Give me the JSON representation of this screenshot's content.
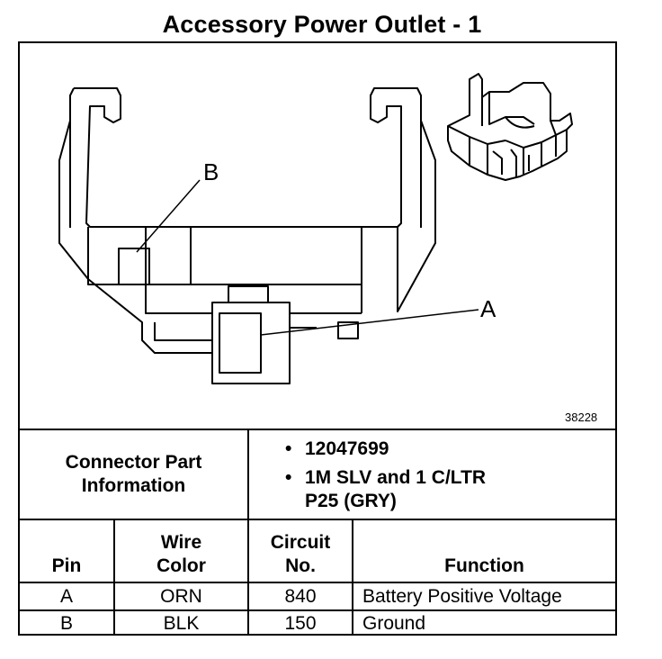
{
  "title": "Accessory Power Outlet - 1",
  "diagram": {
    "callouts": [
      "B",
      "A"
    ],
    "reference_number": "38228"
  },
  "connector": {
    "label_line1": "Connector Part",
    "label_line2": "Information",
    "info": [
      "12047699",
      "1M SLV and 1 C/LTR",
      "P25 (GRY)"
    ]
  },
  "pin_table": {
    "headers": {
      "pin": "Pin",
      "wire_color_line1": "Wire",
      "wire_color_line2": "Color",
      "circuit_line1": "Circuit",
      "circuit_line2": "No.",
      "function": "Function"
    },
    "rows": [
      {
        "pin": "A",
        "wire_color": "ORN",
        "circuit": "840",
        "function": "Battery Positive Voltage"
      },
      {
        "pin": "B",
        "wire_color": "BLK",
        "circuit": "150",
        "function": "Ground"
      }
    ]
  },
  "colors": {
    "line": "#000000",
    "background": "#ffffff"
  }
}
